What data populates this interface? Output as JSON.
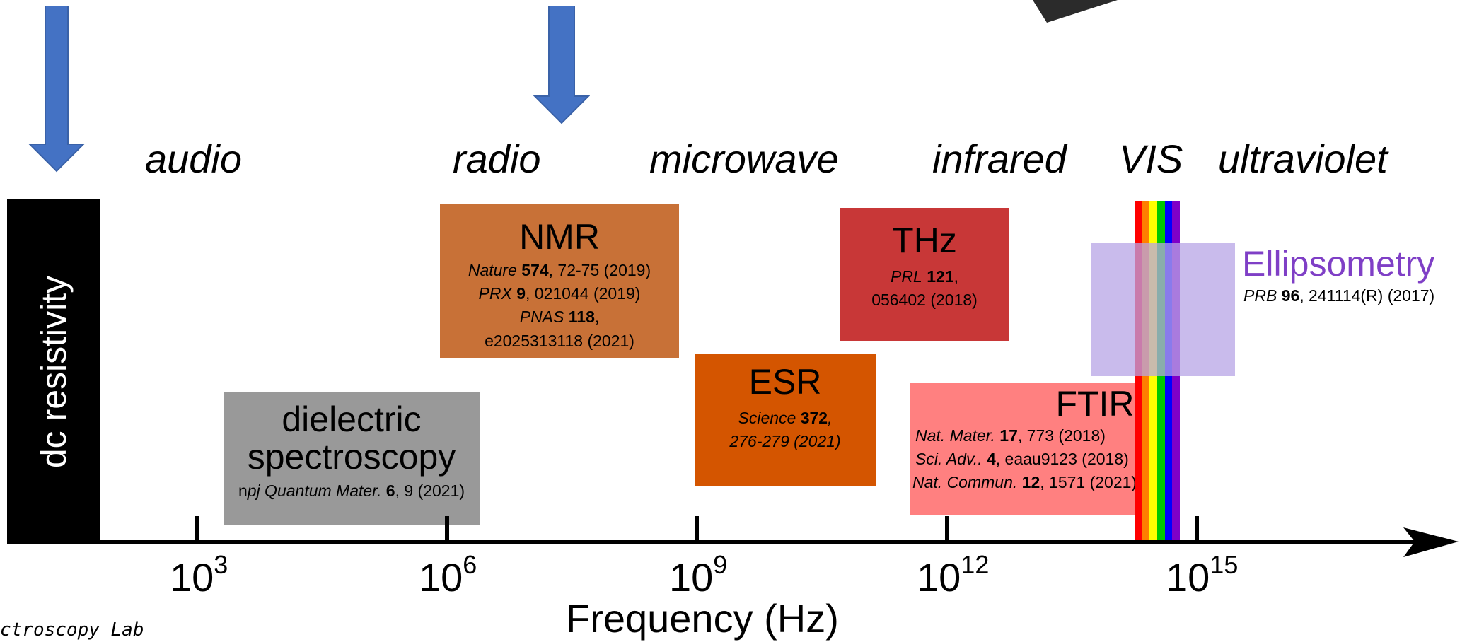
{
  "bands": {
    "audio": "audio",
    "radio": "radio",
    "microwave": "microwave",
    "infrared": "infrared",
    "vis": "VIS",
    "ultraviolet": "ultraviolet"
  },
  "dc": {
    "label": "dc resistivity"
  },
  "nmr": {
    "title": "NMR",
    "refs": [
      {
        "journal": "Nature",
        "vol": "574",
        "rest": ", 72-75 (2019)"
      },
      {
        "journal": "PRX",
        "vol": "9",
        "rest": ", 021044 (2019)"
      },
      {
        "journal": "PNAS",
        "vol": "118",
        "rest": ","
      },
      {
        "journal": "",
        "vol": "",
        "rest": "e2025313118 (2021)"
      }
    ]
  },
  "dielectric": {
    "title1": "dielectric",
    "title2": "spectroscopy",
    "ref_prefix": "n",
    "ref_journal": "pj Quantum Mater.",
    "ref_vol": "6",
    "ref_rest": ", 9 (2021)"
  },
  "esr": {
    "title": "ESR",
    "ref_journal": "Science",
    "ref_vol": "372",
    "ref_rest": ",",
    "ref_line2": "276-279 (2021)"
  },
  "thz": {
    "title": "THz",
    "ref_journal": "PRL",
    "ref_vol": "121",
    "ref_rest": ",",
    "ref_line2": "056402 (2018)"
  },
  "ftir": {
    "title": "FTIR",
    "refs": [
      {
        "journal": "Nat. Mater.",
        "vol": "17",
        "rest": ", 773 (2018)"
      },
      {
        "journal": "Sci. Adv..",
        "vol": "4",
        "rest": ", eaau9123 (2018)"
      },
      {
        "journal": "Nat. Commun.",
        "vol": "12",
        "rest": ", 1571 (2021)"
      }
    ]
  },
  "ellipsometry": {
    "title": "Ellipsometry",
    "ref_journal": "PRB",
    "ref_vol": "96",
    "ref_rest": ", 241114(R) (2017)"
  },
  "axis": {
    "label": "Frequency (Hz)",
    "ticks": [
      {
        "base": "10",
        "exp": "3"
      },
      {
        "base": "10",
        "exp": "6"
      },
      {
        "base": "10",
        "exp": "9"
      },
      {
        "base": "10",
        "exp": "12"
      },
      {
        "base": "10",
        "exp": "15"
      }
    ]
  },
  "footer": {
    "lab_text": "ctroscopy Lab"
  },
  "colors": {
    "nmr": "#c87137",
    "dielectric": "#999999",
    "esr": "#d45500",
    "thz": "#c83737",
    "ftir": "#ff8080",
    "ellipsometry_fill": "#b7a4e6",
    "ellipsometry_text": "#7f3fc6",
    "arrow": "#4472c4"
  }
}
